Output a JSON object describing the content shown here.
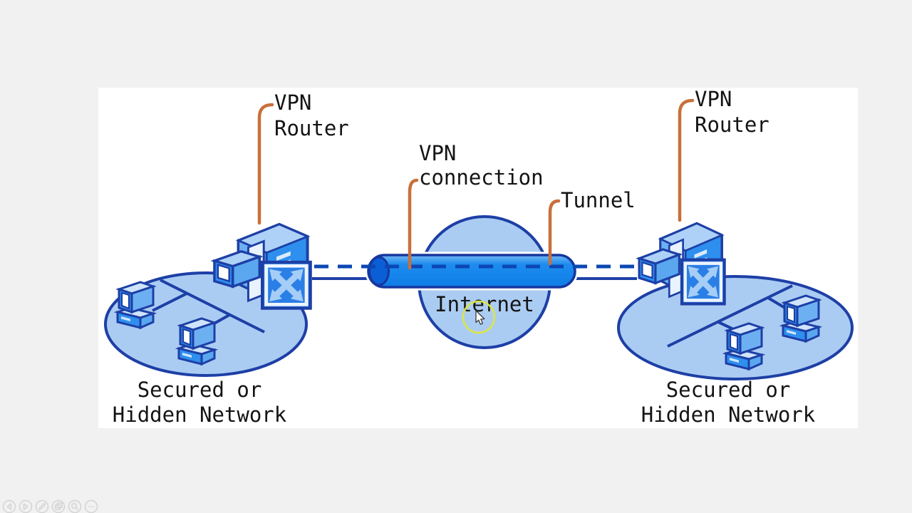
{
  "app": {
    "background_color": "#f1f1f1",
    "panel_background_color": "#ffffff"
  },
  "diagram": {
    "labels": {
      "vpn_router_left": {
        "line1": "VPN",
        "line2": "Router"
      },
      "vpn_router_right": {
        "line1": "VPN",
        "line2": "Router"
      },
      "vpn_connection": {
        "line1": "VPN",
        "line2": "connection"
      },
      "tunnel": "Tunnel",
      "internet": "Internet",
      "network_left": {
        "line1": "Secured or",
        "line2": "Hidden Network"
      },
      "network_right": {
        "line1": "Secured or",
        "line2": "Hidden Network"
      }
    },
    "colors": {
      "outline_navy": "#1d3fa6",
      "light_blue_fill": "#abccf2",
      "icon_blue": "#2e8fee",
      "tunnel_blue": "#1b87ec",
      "tunnel_cap_blue": "#0b5fd6",
      "dash_blue": "#0b47b4",
      "leader_orange": "#c8703a",
      "label_text": "#141414",
      "highlight_ring_yellow": "#dde63e"
    }
  },
  "toolbar": {
    "icons": [
      {
        "name": "previous"
      },
      {
        "name": "next"
      },
      {
        "name": "pen"
      },
      {
        "name": "pages"
      },
      {
        "name": "zoom"
      },
      {
        "name": "more"
      }
    ]
  }
}
